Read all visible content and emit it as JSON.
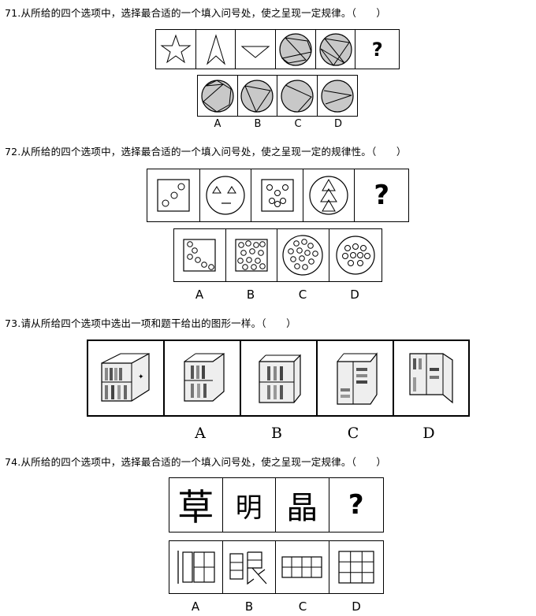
{
  "questions": [
    {
      "text": "71.从所给的四个选项中，选择最合适的一个填入问号处，使之呈现一定规律。（　　）",
      "qmark": "?",
      "options": [
        "A",
        "B",
        "C",
        "D"
      ]
    },
    {
      "text": "72.从所给的四个选项中，选择最合适的一个填入问号处，使之呈现一定的规律性。（　　）",
      "qmark": "?",
      "options": [
        "A",
        "B",
        "C",
        "D"
      ]
    },
    {
      "text": "73.请从所给四个选项中选出一项和题干给出的图形一样。（　　）",
      "options": [
        "A",
        "B",
        "C",
        "D"
      ]
    },
    {
      "text": "74.从所给的四个选项中，选择最合适的一个填入问号处，使之呈现一定规律。（　　）",
      "qmark": "?",
      "chars": [
        "草",
        "明",
        "晶"
      ],
      "options": [
        "A",
        "B",
        "C",
        "D"
      ]
    }
  ]
}
